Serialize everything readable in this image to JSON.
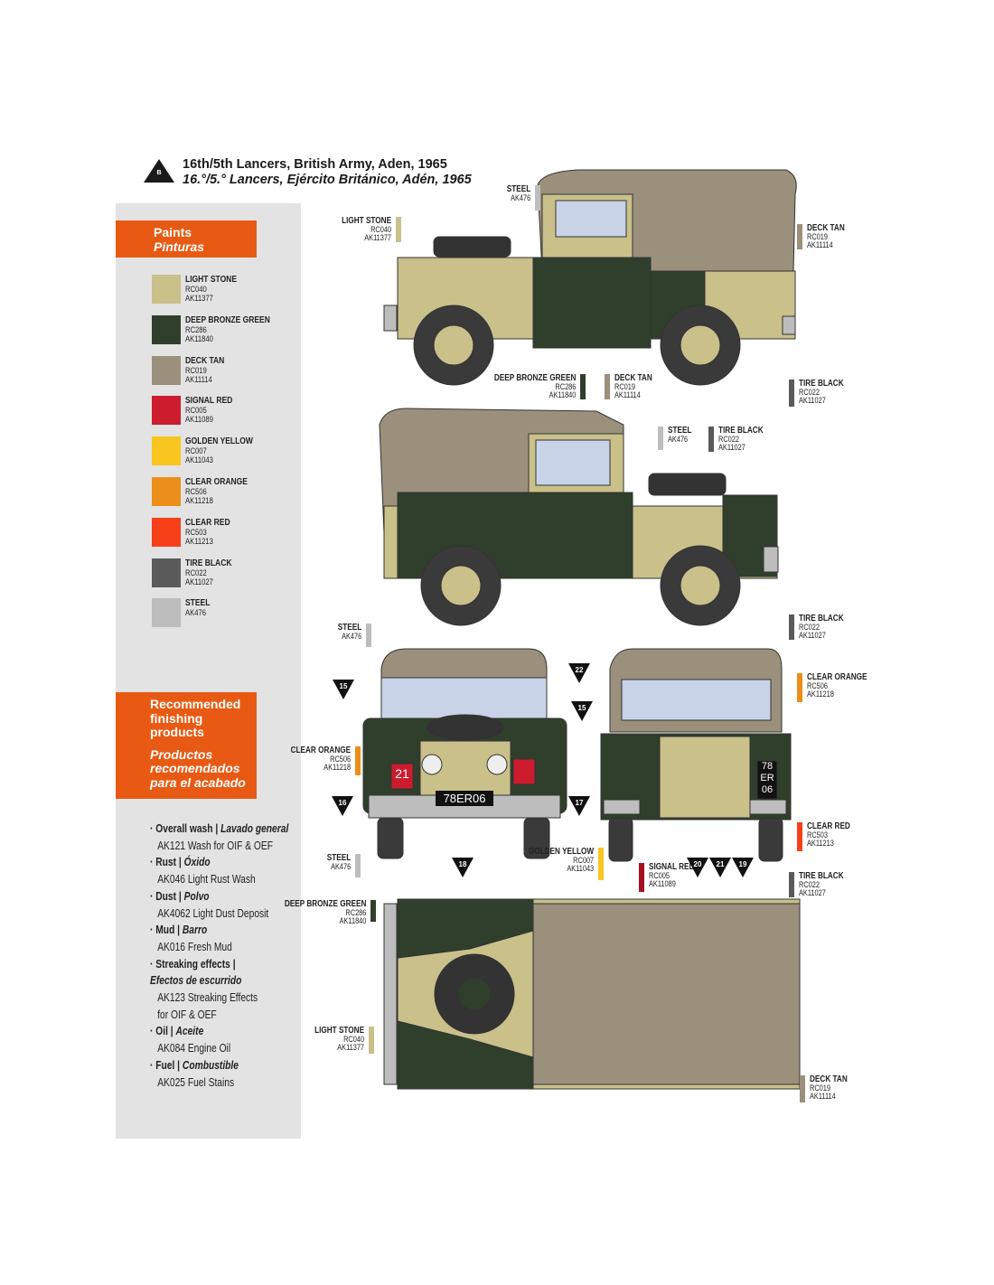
{
  "scheme": {
    "badge": "B",
    "title_en": "16th/5th Lancers, British Army, Aden, 1965",
    "title_es": "16.°/5.° Lancers, Ejército Británico, Adén, 1965"
  },
  "paints_header": {
    "en": "Paints",
    "es": "Pinturas"
  },
  "paints": [
    {
      "name": "LIGHT STONE",
      "codes": [
        "RC040",
        "AK11377"
      ],
      "color": "#c9c08a"
    },
    {
      "name": "DEEP BRONZE GREEN",
      "codes": [
        "RC286",
        "AK11840"
      ],
      "color": "#2f3f2c"
    },
    {
      "name": "DECK TAN",
      "codes": [
        "RC019",
        "AK11114"
      ],
      "color": "#9a907c"
    },
    {
      "name": "SIGNAL RED",
      "codes": [
        "RC005",
        "AK11089"
      ],
      "color": "#cc1c2e"
    },
    {
      "name": "GOLDEN YELLOW",
      "codes": [
        "RC007",
        "AK11043"
      ],
      "color": "#f8c61e"
    },
    {
      "name": "CLEAR ORANGE",
      "codes": [
        "RC506",
        "AK11218"
      ],
      "color": "#ea8f1a"
    },
    {
      "name": "CLEAR RED",
      "codes": [
        "RC503",
        "AK11213"
      ],
      "color": "#f5401a"
    },
    {
      "name": "TIRE BLACK",
      "codes": [
        "RC022",
        "AK11027"
      ],
      "color": "#5a5a5a"
    },
    {
      "name": "STEEL",
      "codes": [
        "AK476"
      ],
      "color": "#bdbdbd"
    }
  ],
  "finishing_header": {
    "en": [
      "Recommended",
      "finishing",
      "products"
    ],
    "es": [
      "Productos",
      "recomendados",
      "para el acabado"
    ]
  },
  "finishing": [
    {
      "en": "Overall wash |",
      "es": "Lavado general",
      "products": [
        "AK121 Wash for OIF & OEF"
      ]
    },
    {
      "en": "Rust |",
      "es": "Óxido",
      "products": [
        "AK046 Light Rust Wash"
      ]
    },
    {
      "en": "Dust |",
      "es": "Polvo",
      "products": [
        "AK4062 Light Dust Deposit"
      ]
    },
    {
      "en": "Mud |",
      "es": "Barro",
      "products": [
        "AK016 Fresh Mud"
      ]
    },
    {
      "en": "Streaking effects |",
      "es": "Efectos de escurrido",
      "products": [
        "AK123 Streaking Effects",
        "for OIF & OEF"
      ]
    },
    {
      "en": "Oil |",
      "es": "Aceite",
      "products": [
        "AK084 Engine Oil"
      ]
    },
    {
      "en": "Fuel |",
      "es": "Combustible",
      "products": [
        "AK025 Fuel Stains"
      ]
    }
  ],
  "callouts": [
    {
      "name": "STEEL",
      "codes": [
        "AK476"
      ],
      "color": "#bdbdbd"
    },
    {
      "name": "LIGHT STONE",
      "codes": [
        "RC040",
        "AK11377"
      ],
      "color": "#c9c08a"
    },
    {
      "name": "DECK TAN",
      "codes": [
        "RC019",
        "AK11114"
      ],
      "color": "#9a907c"
    },
    {
      "name": "DEEP BRONZE GREEN",
      "codes": [
        "RC286",
        "AK11840"
      ],
      "color": "#2f3f2c"
    },
    {
      "name": "DECK TAN",
      "codes": [
        "RC019",
        "AK11114"
      ],
      "color": "#9a907c"
    },
    {
      "name": "TIRE BLACK",
      "codes": [
        "RC022",
        "AK11027"
      ],
      "color": "#5a5a5a"
    },
    {
      "name": "STEEL",
      "codes": [
        "AK476"
      ],
      "color": "#bdbdbd"
    },
    {
      "name": "TIRE BLACK",
      "codes": [
        "RC022",
        "AK11027"
      ],
      "color": "#5a5a5a"
    },
    {
      "name": "TIRE BLACK",
      "codes": [
        "RC022",
        "AK11027"
      ],
      "color": "#5a5a5a"
    },
    {
      "name": "STEEL",
      "codes": [
        "AK476"
      ],
      "color": "#bdbdbd"
    },
    {
      "name": "CLEAR ORANGE",
      "codes": [
        "RC506",
        "AK11218"
      ],
      "color": "#ea8f1a"
    },
    {
      "name": "STEEL",
      "codes": [
        "AK476"
      ],
      "color": "#bdbdbd"
    },
    {
      "name": "CLEAR ORANGE",
      "codes": [
        "RC506",
        "AK11218"
      ],
      "color": "#ea8f1a"
    },
    {
      "name": "CLEAR RED",
      "codes": [
        "RC503",
        "AK11213"
      ],
      "color": "#f5401a"
    },
    {
      "name": "TIRE BLACK",
      "codes": [
        "RC022",
        "AK11027"
      ],
      "color": "#5a5a5a"
    },
    {
      "name": "GOLDEN YELLOW",
      "codes": [
        "RC007",
        "AK11043"
      ],
      "color": "#f8c61e"
    },
    {
      "name": "SIGNAL RED",
      "codes": [
        "RC005",
        "AK11089"
      ],
      "color": "#a51020"
    },
    {
      "name": "DEEP BRONZE GREEN",
      "codes": [
        "RC286",
        "AK11840"
      ],
      "color": "#2f3f2c"
    },
    {
      "name": "LIGHT STONE",
      "codes": [
        "RC040",
        "AK11377"
      ],
      "color": "#c9c08a"
    },
    {
      "name": "DECK TAN",
      "codes": [
        "RC019",
        "AK11114"
      ],
      "color": "#9a907c"
    }
  ],
  "decal_markers": [
    "15",
    "22",
    "15",
    "16",
    "17",
    "18",
    "20",
    "21",
    "19"
  ],
  "vehicle_markings": {
    "plate_front": "78ER06",
    "plate_rear": [
      "78",
      "ER",
      "06"
    ],
    "unit_sign": "21"
  }
}
